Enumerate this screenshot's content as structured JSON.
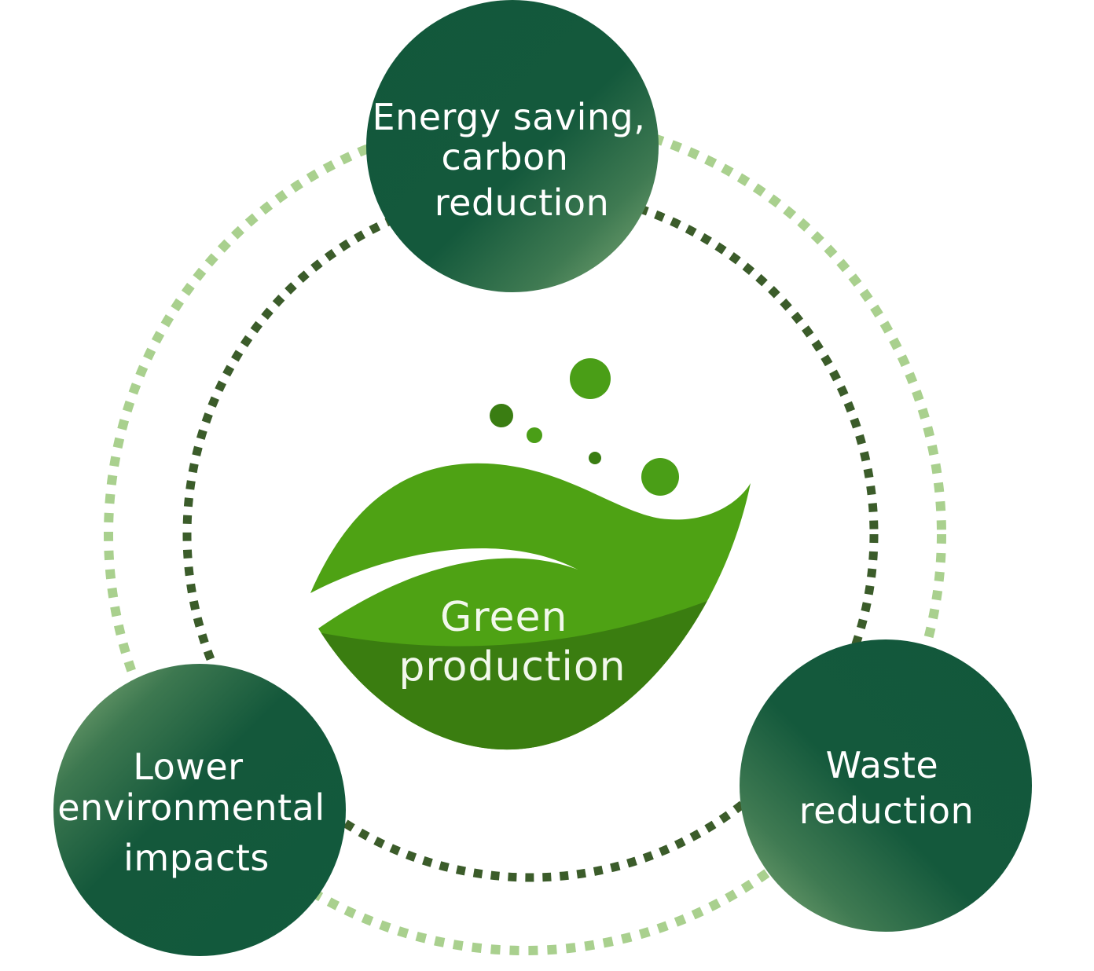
{
  "center": {
    "line1": "Green",
    "line2": "production"
  },
  "nodes": {
    "top": {
      "line1": "Energy saving,",
      "line2": "carbon",
      "line3": "reduction"
    },
    "left": {
      "line1": "Lower",
      "line2": "environmental",
      "line3": "impacts"
    },
    "right": {
      "line1": "Waste",
      "line2": "reduction"
    }
  },
  "colors": {
    "node_dark": "#12583b",
    "node_light": "#7aa86e",
    "outer_ring": "#a9d08e",
    "inner_ring": "#3b5c2a",
    "leaf_light": "#4ea214",
    "leaf_dark": "#3a7d10",
    "bubble": "#4a9e17",
    "bubble_dark": "#3a7d12"
  }
}
